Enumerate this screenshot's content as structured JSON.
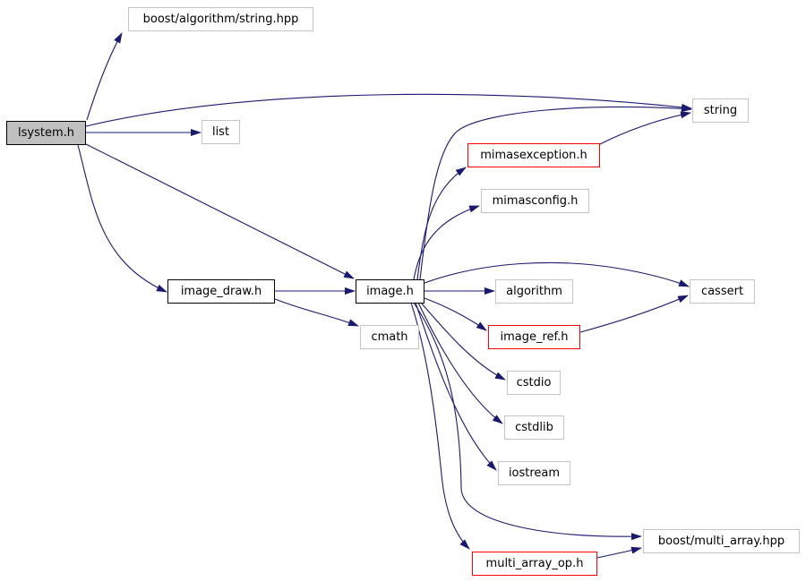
{
  "diagram": {
    "type": "include-dependency-graph",
    "root": "lsystem.h",
    "colors": {
      "background": "#ffffff",
      "edge": "#191970",
      "node_fill": "#ffffff",
      "root_fill": "#c0c0c0",
      "border_default": "#c4c4c4",
      "border_project": "#000000",
      "border_truncated": "#ff0000",
      "text": "#000000"
    },
    "nodes": [
      {
        "id": "lsystem_h",
        "label": "lsystem.h"
      },
      {
        "id": "boost_algorithm_string_hpp",
        "label": "boost/algorithm/string.hpp"
      },
      {
        "id": "list",
        "label": "list"
      },
      {
        "id": "string",
        "label": "string"
      },
      {
        "id": "mimasexception_h",
        "label": "mimasexception.h"
      },
      {
        "id": "mimasconfig_h",
        "label": "mimasconfig.h"
      },
      {
        "id": "image_draw_h",
        "label": "image_draw.h"
      },
      {
        "id": "image_h",
        "label": "image.h"
      },
      {
        "id": "algorithm",
        "label": "algorithm"
      },
      {
        "id": "cassert",
        "label": "cassert"
      },
      {
        "id": "image_ref_h",
        "label": "image_ref.h"
      },
      {
        "id": "cmath",
        "label": "cmath"
      },
      {
        "id": "cstdio",
        "label": "cstdio"
      },
      {
        "id": "cstdlib",
        "label": "cstdlib"
      },
      {
        "id": "iostream",
        "label": "iostream"
      },
      {
        "id": "boost_multi_array_hpp",
        "label": "boost/multi_array.hpp"
      },
      {
        "id": "multi_array_op_h",
        "label": "multi_array_op.h"
      }
    ],
    "edges": [
      {
        "from": "lsystem_h",
        "to": "boost_algorithm_string_hpp"
      },
      {
        "from": "lsystem_h",
        "to": "list"
      },
      {
        "from": "lsystem_h",
        "to": "string"
      },
      {
        "from": "lsystem_h",
        "to": "image_h"
      },
      {
        "from": "lsystem_h",
        "to": "image_draw_h"
      },
      {
        "from": "image_draw_h",
        "to": "image_h"
      },
      {
        "from": "image_draw_h",
        "to": "cmath"
      },
      {
        "from": "image_h",
        "to": "mimasexception_h"
      },
      {
        "from": "image_h",
        "to": "mimasconfig_h"
      },
      {
        "from": "image_h",
        "to": "string"
      },
      {
        "from": "image_h",
        "to": "algorithm"
      },
      {
        "from": "image_h",
        "to": "cassert"
      },
      {
        "from": "image_h",
        "to": "image_ref_h"
      },
      {
        "from": "image_h",
        "to": "cstdio"
      },
      {
        "from": "image_h",
        "to": "cstdlib"
      },
      {
        "from": "image_h",
        "to": "iostream"
      },
      {
        "from": "image_h",
        "to": "multi_array_op_h"
      },
      {
        "from": "image_h",
        "to": "boost_multi_array_hpp"
      },
      {
        "from": "mimasexception_h",
        "to": "string"
      },
      {
        "from": "image_ref_h",
        "to": "cassert"
      },
      {
        "from": "multi_array_op_h",
        "to": "boost_multi_array_hpp"
      }
    ]
  }
}
